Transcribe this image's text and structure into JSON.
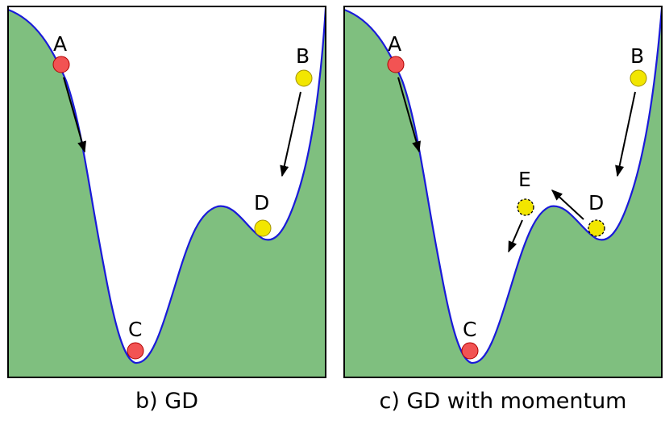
{
  "colors": {
    "fill": "#7fbf7f",
    "curve": "#1a1ad9",
    "red_ball": "#f25353",
    "yellow_ball": "#f2e600",
    "arrow": "#000000",
    "frame": "#000000"
  },
  "panels": [
    {
      "caption": "b) GD",
      "points": {
        "A": "A",
        "B": "B",
        "C": "C",
        "D": "D"
      }
    },
    {
      "caption": "c) GD with momentum",
      "points": {
        "A": "A",
        "B": "B",
        "C": "C",
        "D": "D",
        "E": "E"
      }
    }
  ]
}
